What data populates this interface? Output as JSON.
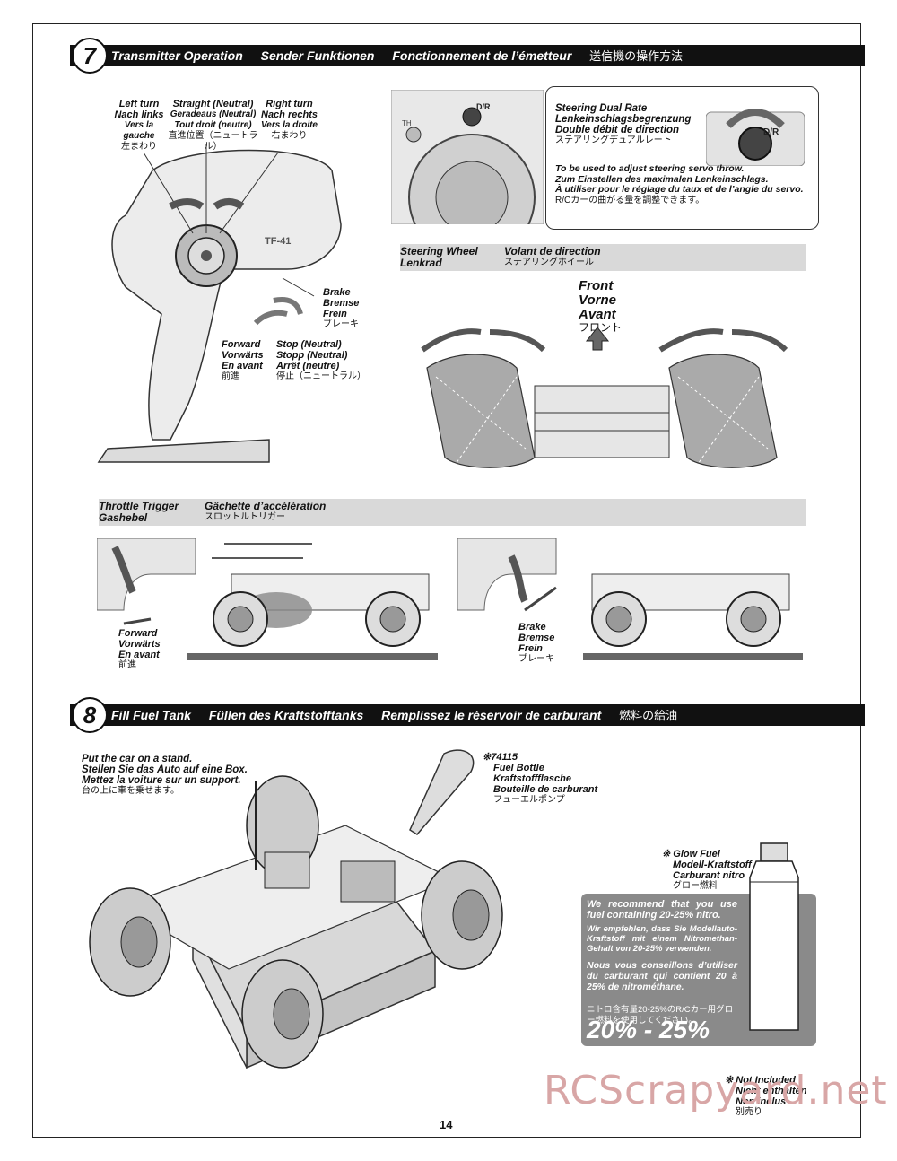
{
  "section7": {
    "number": "7",
    "title_en": "Transmitter Operation",
    "title_de": "Sender Funktionen",
    "title_fr": "Fonctionnement de l’émetteur",
    "title_jp": "送信機の操作方法"
  },
  "transmitter": {
    "left_turn": [
      "Left turn",
      "Nach links",
      "Vers la gauche"
    ],
    "left_turn_jp": "左まわり",
    "straight": [
      "Straight (Neutral)",
      "Geradeaus (Neutral)",
      "Tout droit (neutre)"
    ],
    "straight_jp": "直進位置（ニュートラル）",
    "right_turn": [
      "Right turn",
      "Nach rechts",
      "Vers la droite"
    ],
    "right_turn_jp": "右まわり",
    "brake": [
      "Brake",
      "Bremse",
      "Frein"
    ],
    "brake_jp": "ブレーキ",
    "forward": [
      "Forward",
      "Vorwärts",
      "En avant"
    ],
    "forward_jp": "前進",
    "stop": [
      "Stop (Neutral)",
      "Stopp (Neutral)",
      "Arrêt (neutre)"
    ],
    "stop_jp": "停止（ニュートラル）",
    "model_label": "TF-41"
  },
  "dual_rate": {
    "title": [
      "Steering Dual Rate",
      "Lenkeinschlagsbegrenzung",
      "Double débit de direction"
    ],
    "title_jp": "ステアリングデュアルレート",
    "desc": [
      "To be used to adjust steering servo throw.",
      "Zum Einstellen des maximalen Lenkeinschlags.",
      "À utiliser pour le réglage du taux et de l’angle du servo."
    ],
    "desc_jp": "R/Cカーの曲がる量を調整できます。",
    "knob_label": "D/R",
    "th_label": "TH"
  },
  "steering_wheel": {
    "label_en": "Steering Wheel",
    "label_de": "Lenkrad",
    "label_fr": "Volant de direction",
    "label_jp": "ステアリングホイール",
    "front": [
      "Front",
      "Vorne",
      "Avant"
    ],
    "front_jp": "フロント"
  },
  "throttle": {
    "label_en": "Throttle Trigger",
    "label_de": "Gashebel",
    "label_fr": "Gâchette d’accélération",
    "label_jp": "スロットルトリガー",
    "forward": [
      "Forward",
      "Vorwärts",
      "En avant"
    ],
    "forward_jp": "前進",
    "brake": [
      "Brake",
      "Bremse",
      "Frein"
    ],
    "brake_jp": "ブレーキ"
  },
  "section8": {
    "number": "8",
    "title_en": "Fill Fuel Tank",
    "title_de": "Füllen des Kraftstofftanks",
    "title_fr": "Remplissez le réservoir de carburant",
    "title_jp": "燃料の給油"
  },
  "stand": {
    "lines": [
      "Put the car on a stand.",
      "Stellen Sie das Auto auf eine Box.",
      "Mettez la voiture sur un support."
    ],
    "jp": "台の上に車を乗せます。"
  },
  "fuel_bottle": {
    "part": "※74115",
    "lines": [
      "Fuel Bottle",
      "Kraftstoffflasche",
      "Bouteille de carburant"
    ],
    "jp": "フューエルポンプ"
  },
  "glow_fuel": {
    "lines": [
      "※ Glow Fuel",
      "Modell-Kraftstoff",
      "Carburant nitro"
    ],
    "jp": "グロー燃料"
  },
  "recommend": {
    "en": "We recommend that you use fuel containing 20-25% nitro.",
    "de": "Wir empfehlen, dass Sie Modellauto-Kraftstoff mit einem Nitromethan-Gehalt von 20-25% verwenden.",
    "fr": "Nous vous conseillons d’utiliser du carburant qui contient 20 à 25% de nitrométhane.",
    "jp": "ニトロ含有量20-25%のR/Cカー用グロー燃料を使用してください。",
    "percent": "20% - 25%"
  },
  "not_included": {
    "lines": [
      "※ Not Included",
      "Nicht enthalten",
      "Non inclus"
    ],
    "jp": "別売り"
  },
  "watermark": "RCScrapyard.net",
  "page_number": "14"
}
